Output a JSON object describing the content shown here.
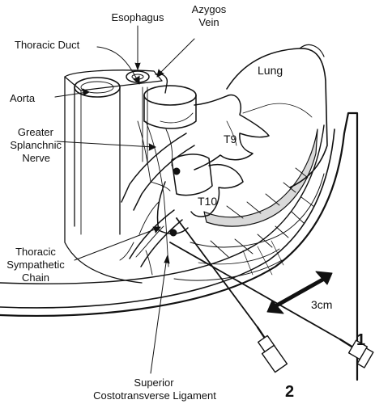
{
  "labels": {
    "esophagus": "Esophagus",
    "azygos_line1": "Azygos",
    "azygos_line2": "Vein",
    "thoracic_duct": "Thoracic Duct",
    "lung": "Lung",
    "aorta": "Aorta",
    "greater_line1": "Greater",
    "greater_line2": "Splanchnic",
    "greater_line3": "Nerve",
    "t9": "T9",
    "t10": "T10",
    "sympathetic_line1": "Thoracic",
    "sympathetic_line2": "Sympathetic",
    "sympathetic_line3": "Chain",
    "distance": "3cm",
    "needle_1": "1",
    "needle_2": "2",
    "ligament_line1": "Superior",
    "ligament_line2": "Costotransverse Ligament"
  },
  "colors": {
    "ink": "#111111",
    "background": "#ffffff",
    "muscle_shade": "#d9d9d9"
  }
}
